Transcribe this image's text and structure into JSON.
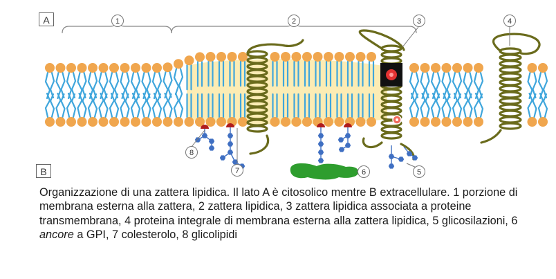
{
  "sides": {
    "a": "A",
    "b": "B"
  },
  "numbers": [
    "1",
    "2",
    "3",
    "4",
    "5",
    "6",
    "7",
    "8"
  ],
  "caption": {
    "part1": "Organizzazione di una zattera lipidica. Il lato A è citosolico mentre B extracellulare. 1 porzione di membrana esterna alla zattera, 2 zattera lipidica, 3 zattera lipidica associata a proteine transmembrana, 4 proteina integrale di membrana esterna alla zattera lipidica, 5 glicosilazioni, 6 ",
    "italic": "ancore",
    "part2": " a GPI, 7 colesterolo, 8 glicolipidi"
  },
  "colors": {
    "head": "#f0a64e",
    "tail": "#3fa6dc",
    "raft": "#fbe9a7",
    "protein": "#6a6b1c",
    "sugar": "#3f6fc2",
    "gpi": "#2e9d2e",
    "cholesterol": "#b01d1d",
    "bracket": "#888888"
  }
}
